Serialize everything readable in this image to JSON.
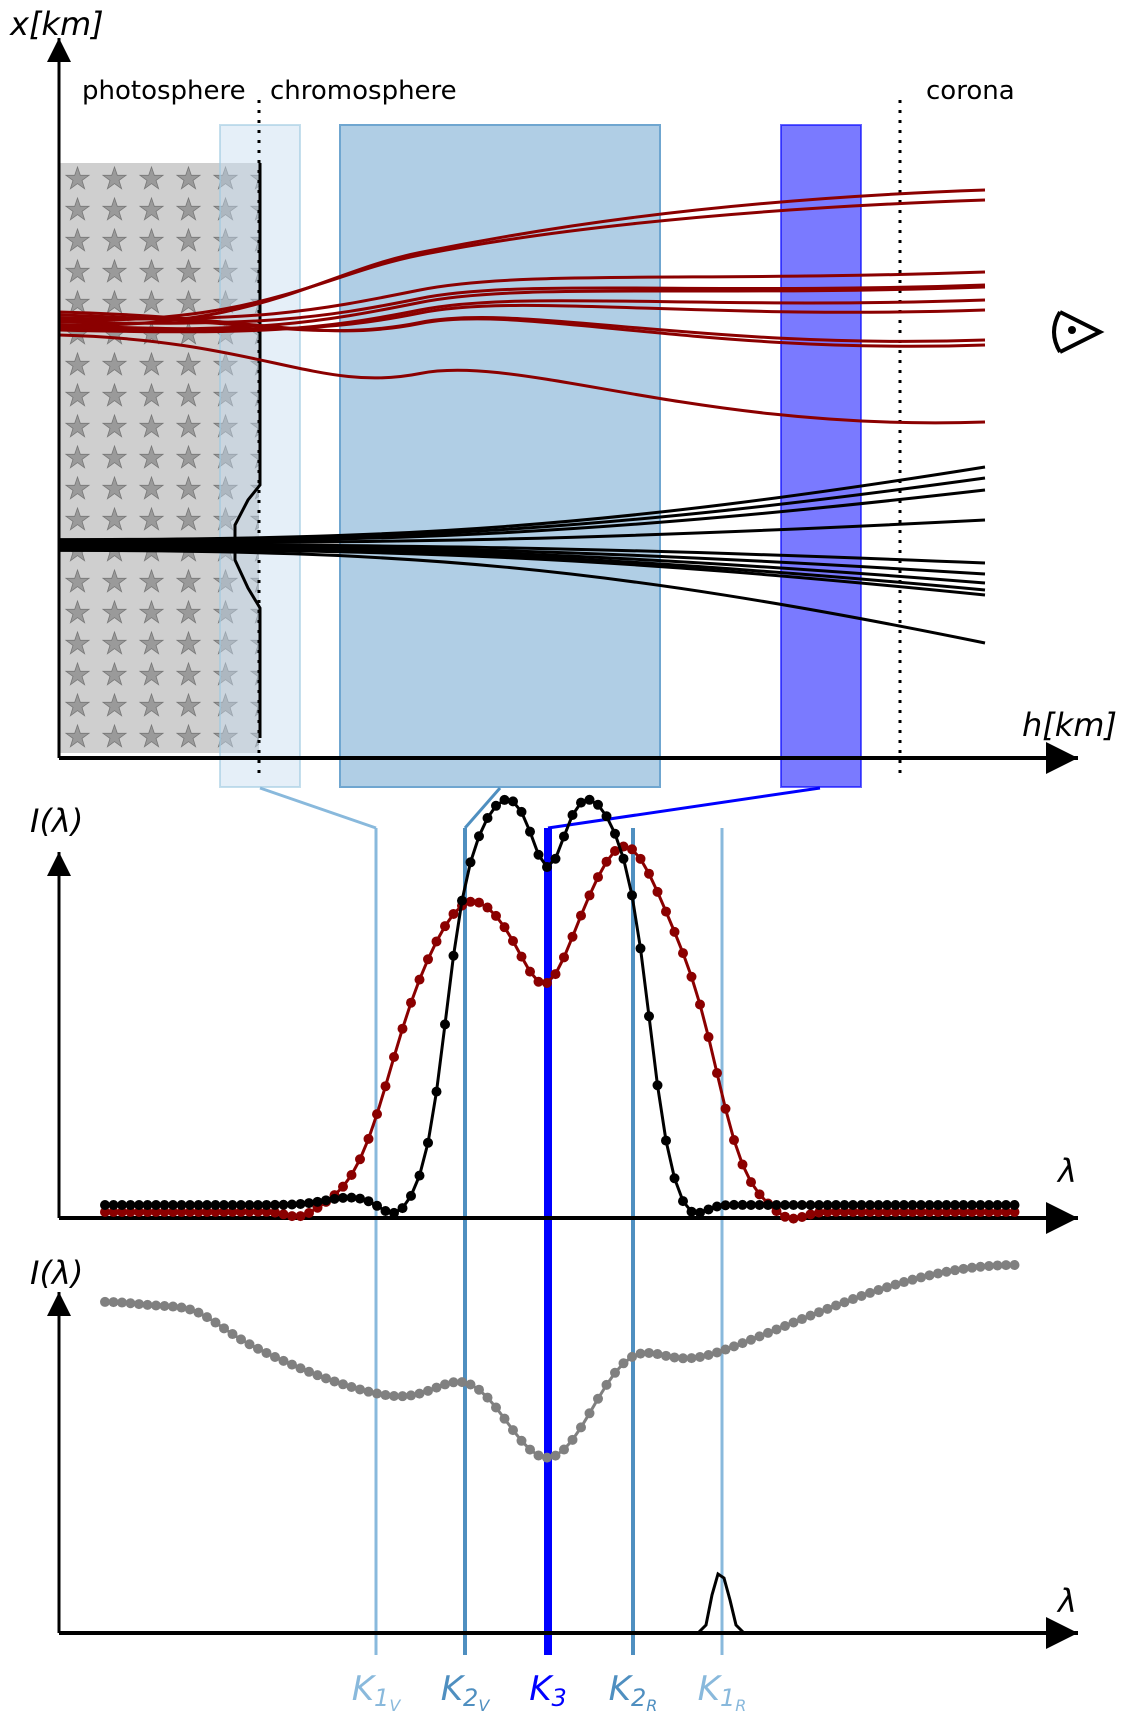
{
  "labels": {
    "photosphere": "photosphere",
    "chromosphere": "chromosphere",
    "corona": "corona",
    "x_axis": "h[km]",
    "y_axis": "x[km]",
    "intensity_axis_1": "I(λ)",
    "wavelength_axis_1": "λ",
    "intensity_axis_2": "I(λ)",
    "wavelength_axis_2": "λ"
  },
  "k_lines": [
    {
      "base": "K",
      "sub": "1",
      "subsub": "V",
      "color": "#89b9dc"
    },
    {
      "base": "K",
      "sub": "2",
      "subsub": "V",
      "color": "#4f8fc0"
    },
    {
      "base": "K",
      "sub": "3",
      "subsub": "",
      "color": "#0000ff"
    },
    {
      "base": "K",
      "sub": "2",
      "subsub": "R",
      "color": "#4f8fc0"
    },
    {
      "base": "K",
      "sub": "1",
      "subsub": "R",
      "color": "#89b9dc"
    }
  ],
  "colors": {
    "red_rays": "#8b0000",
    "black_rays": "#000000",
    "gray_profile": "#808080",
    "light_band": "#c6dbef",
    "mid_band": "#6fa6d0",
    "blue_band": "#0000ff"
  },
  "icons": {
    "observer": "eye-icon"
  }
}
